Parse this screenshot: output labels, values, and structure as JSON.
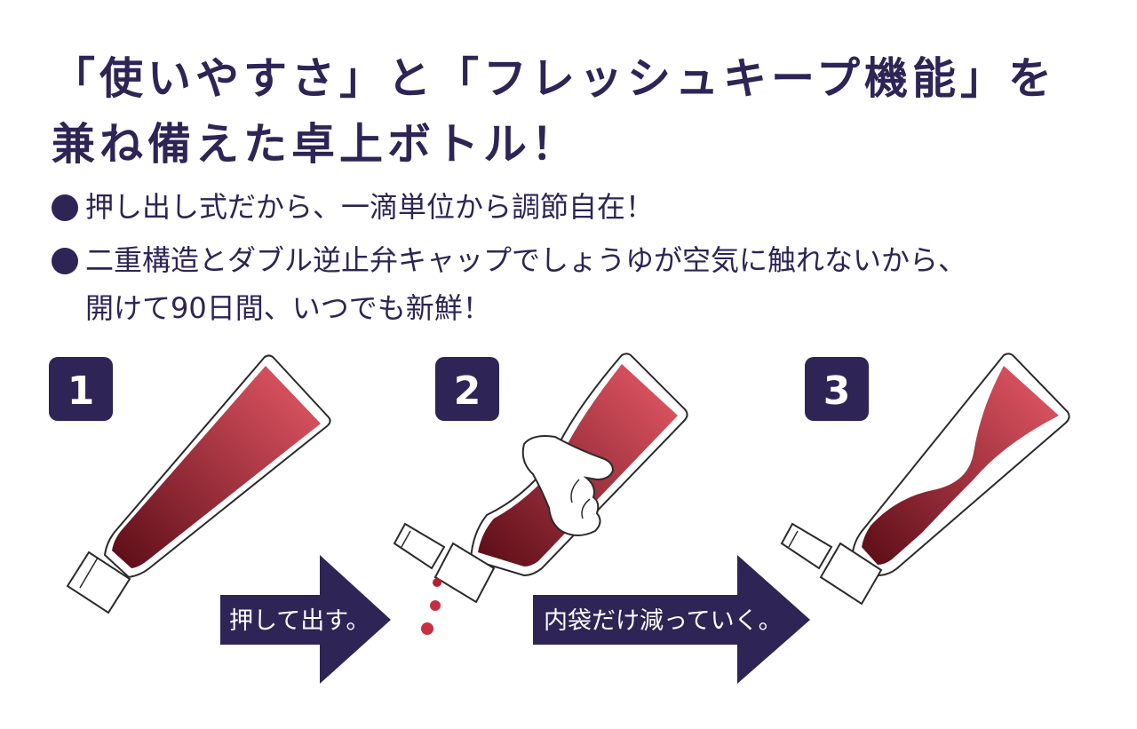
{
  "headline": {
    "line1": "「使いやすさ」と「フレッシュキープ機能」を",
    "line2": "兼ね備えた卓上ボトル！"
  },
  "bullets": [
    {
      "lines": [
        "押し出し式だから、一滴単位から調節自在！"
      ]
    },
    {
      "lines": [
        "二重構造とダブル逆止弁キャップでしょうゆが空気に触れないから、",
        "開けて90日間、いつでも新鮮！"
      ]
    }
  ],
  "steps": {
    "badge1": "1",
    "badge2": "2",
    "badge3": "3"
  },
  "arrows": {
    "arrow1_label": "押して出す。",
    "arrow2_label": "内袋だけ減っていく。"
  },
  "colors": {
    "navy": "#2e2455",
    "sauce_light": "#e85a68",
    "sauce_dark": "#5a0c16",
    "outline": "#2b2b2b"
  },
  "icons": {
    "bullet": "filled-circle",
    "hand": "hand-squeeze-icon"
  }
}
